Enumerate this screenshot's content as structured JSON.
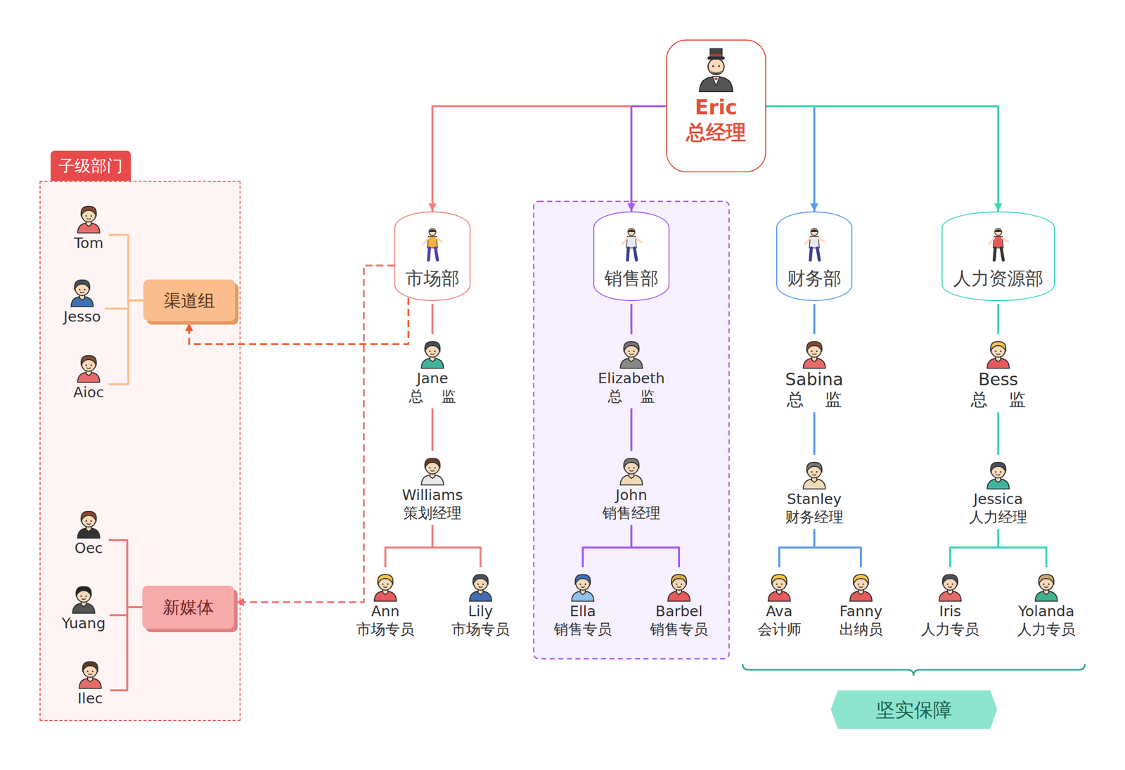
{
  "diagram": {
    "nodes": [
      {
        "text": [
          "子级部门"
        ]
      },
      {
        "text": [
          "Tom"
        ],
        "in": 0
      },
      {
        "text": [
          "Jesso"
        ],
        "in": 0
      },
      {
        "text": [
          "Aioc"
        ],
        "in": 0
      },
      {
        "text": [
          "渠道组"
        ],
        "in": 0
      },
      {
        "text": [
          "Oec"
        ],
        "in": 0
      },
      {
        "text": [
          "Yuang"
        ],
        "in": 0
      },
      {
        "text": [
          "Ilec"
        ],
        "in": 0
      },
      {
        "text": [
          "新媒体"
        ],
        "in": 0
      },
      {
        "text": [
          "Eric",
          "总经理"
        ]
      },
      {
        "text": [
          "市场部"
        ]
      },
      {
        "text": [
          "Jane",
          "总 监"
        ]
      },
      {
        "text": [
          "Williams",
          "策划经理"
        ]
      },
      {
        "text": [
          "Ann",
          "市场专员"
        ]
      },
      {
        "text": [
          "Lily",
          "市场专员"
        ]
      },
      {
        "text": [
          "销售部"
        ]
      },
      {
        "text": [
          "Elizabeth",
          "总 监"
        ]
      },
      {
        "text": [
          "John",
          "销售经理"
        ]
      },
      {
        "text": [
          "Ella",
          "销售专员"
        ]
      },
      {
        "text": [
          "Barbel",
          "销售专员"
        ]
      },
      {
        "text": [
          "财务部"
        ]
      },
      {
        "text": [
          "Sabina",
          "总 监"
        ]
      },
      {
        "text": [
          "Stanley",
          "财务经理"
        ]
      },
      {
        "text": [
          "Ava",
          "会计师"
        ]
      },
      {
        "text": [
          "Fanny",
          "出纳员"
        ]
      },
      {
        "text": [
          "人力资源部"
        ]
      },
      {
        "text": [
          "Bess",
          "总 监"
        ]
      },
      {
        "text": [
          "Jessica",
          "人力经理"
        ]
      },
      {
        "text": [
          "Iris",
          "人力专员"
        ]
      },
      {
        "text": [
          "Yolanda",
          "人力专员"
        ]
      },
      {
        "text": [
          "坚实保障"
        ]
      }
    ],
    "edges": [
      {
        "from": 9,
        "to": 10,
        "arrow": "to"
      },
      {
        "from": 9,
        "to": 15,
        "arrow": "to"
      },
      {
        "from": 9,
        "to": 20,
        "arrow": "to"
      },
      {
        "from": 9,
        "to": 25,
        "arrow": "to"
      },
      {
        "from": 10,
        "to": 11,
        "arrow": "none"
      },
      {
        "from": 11,
        "to": 12,
        "arrow": "none"
      },
      {
        "from": 12,
        "to": 13,
        "arrow": "none"
      },
      {
        "from": 12,
        "to": 14,
        "arrow": "none"
      },
      {
        "from": 15,
        "to": 16,
        "arrow": "none"
      },
      {
        "from": 16,
        "to": 17,
        "arrow": "none"
      },
      {
        "from": 17,
        "to": 18,
        "arrow": "none"
      },
      {
        "from": 17,
        "to": 19,
        "arrow": "none"
      },
      {
        "from": 20,
        "to": 21,
        "arrow": "none"
      },
      {
        "from": 21,
        "to": 22,
        "arrow": "none"
      },
      {
        "from": 22,
        "to": 23,
        "arrow": "none"
      },
      {
        "from": 22,
        "to": 24,
        "arrow": "none"
      },
      {
        "from": 25,
        "to": 26,
        "arrow": "none"
      },
      {
        "from": 26,
        "to": 27,
        "arrow": "none"
      },
      {
        "from": 27,
        "to": 28,
        "arrow": "none"
      },
      {
        "from": 27,
        "to": 29,
        "arrow": "none"
      },
      {
        "from": 10,
        "to": 4,
        "arrow": "to"
      },
      {
        "from": 10,
        "to": 8,
        "arrow": "to"
      },
      {
        "from": 4,
        "to": 1,
        "arrow": "none"
      },
      {
        "from": 4,
        "to": 2,
        "arrow": "none"
      },
      {
        "from": 4,
        "to": 3,
        "arrow": "none"
      },
      {
        "from": 8,
        "to": 5,
        "arrow": "none"
      },
      {
        "from": 8,
        "to": 6,
        "arrow": "none"
      },
      {
        "from": 8,
        "to": 7,
        "arrow": "none"
      }
    ]
  }
}
